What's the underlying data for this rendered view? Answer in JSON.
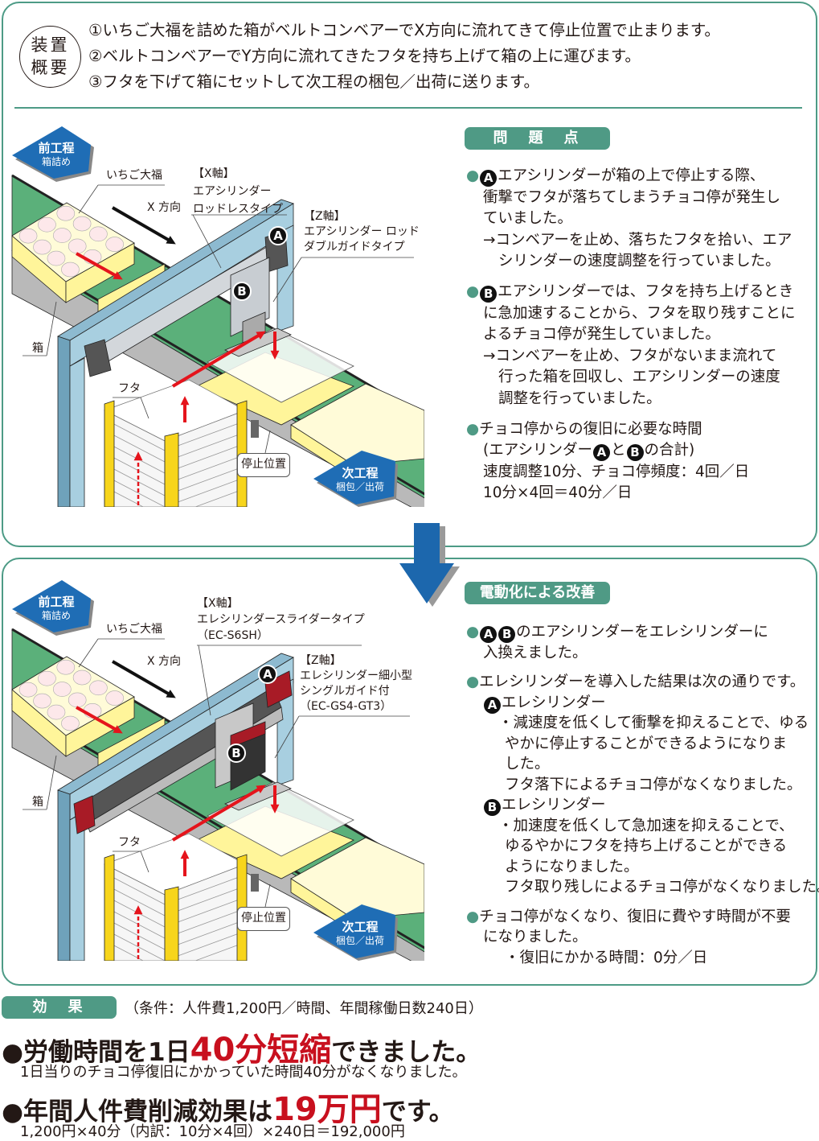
{
  "overview": {
    "badge_line1": "装置",
    "badge_line2": "概要",
    "steps": [
      "①いちご大福を詰めた箱がベルトコンベアーでX方向に流れてきて停止位置で止まります。",
      "②ベルトコンベアーでY方向に流れてきたフタを持ち上げて箱の上に運びます。",
      "③フタを下げて箱にセットして次工程の梱包／出荷に送ります。"
    ]
  },
  "diagram_before": {
    "prev_title": "前工程",
    "prev_sub": "箱詰め",
    "daifuku": "いちご大福",
    "x_dir": "X 方向",
    "box": "箱",
    "lid": "フタ",
    "stop": "停止位置",
    "next_title": "次工程",
    "next_sub": "梱包／出荷",
    "x_axis": [
      "【X軸】",
      "エアシリンダー",
      "ロッドレスタイプ"
    ],
    "z_axis": [
      "【Z軸】",
      "エアシリンダー ロッド",
      "ダブルガイドタイプ"
    ],
    "marker_a": "A",
    "marker_b": "B"
  },
  "diagram_after": {
    "prev_title": "前工程",
    "prev_sub": "箱詰め",
    "daifuku": "いちご大福",
    "x_dir": "X 方向",
    "box": "箱",
    "lid": "フタ",
    "stop": "停止位置",
    "next_title": "次工程",
    "next_sub": "梱包／出荷",
    "x_axis": [
      "【X軸】",
      "エレシリンダースライダータイプ",
      "（EC-S6SH）"
    ],
    "z_axis": [
      "【Z軸】",
      "エレシリンダー細小型",
      "シングルガイド付",
      "（EC-GS4-GT3）"
    ],
    "marker_a": "A",
    "marker_b": "B"
  },
  "problems": {
    "heading": "問　題　点",
    "blocks": [
      [
        {
          "indent": 0,
          "segs": [
            {
              "b": "●"
            },
            {
              "m": "A"
            },
            {
              "t": "エアシリンダーが箱の上で停止する際、"
            }
          ]
        },
        {
          "indent": 1,
          "segs": [
            {
              "t": "衝撃でフタが落ちてしまうチョコ停が発生し"
            }
          ]
        },
        {
          "indent": 1,
          "segs": [
            {
              "t": "ていました。"
            }
          ]
        },
        {
          "indent": 1,
          "segs": [
            {
              "t": "→コンベアーを止め、落ちたフタを拾い、エア"
            }
          ]
        },
        {
          "indent": 2,
          "segs": [
            {
              "t": "シリンダーの速度調整を行っていました。"
            }
          ]
        }
      ],
      [
        {
          "indent": 0,
          "segs": [
            {
              "b": "●"
            },
            {
              "m": "B"
            },
            {
              "t": "エアシリンダーでは、フタを持ち上げるとき"
            }
          ]
        },
        {
          "indent": 1,
          "segs": [
            {
              "t": "に急加速することから、フタを取り残すことに"
            }
          ]
        },
        {
          "indent": 1,
          "segs": [
            {
              "t": "よるチョコ停が発生していました。"
            }
          ]
        },
        {
          "indent": 1,
          "segs": [
            {
              "t": "→コンベアーを止め、フタがないまま流れて"
            }
          ]
        },
        {
          "indent": 2,
          "segs": [
            {
              "t": "行った箱を回収し、エアシリンダーの速度"
            }
          ]
        },
        {
          "indent": 2,
          "segs": [
            {
              "t": "調整を行っていました。"
            }
          ]
        }
      ],
      [
        {
          "indent": 0,
          "segs": [
            {
              "b": "●"
            },
            {
              "t": "チョコ停からの復旧に必要な時間"
            }
          ]
        },
        {
          "indent": 1,
          "segs": [
            {
              "t": "(エアシリンダー"
            },
            {
              "m": "A"
            },
            {
              "t": "と"
            },
            {
              "m": "B"
            },
            {
              "t": "の合計)"
            }
          ]
        },
        {
          "indent": 1,
          "segs": [
            {
              "t": "速度調整10分、チョコ停頻度：4回／日"
            }
          ]
        },
        {
          "indent": 1,
          "segs": [
            {
              "t": "10分×4回＝40分／日"
            }
          ]
        }
      ]
    ]
  },
  "improvement": {
    "heading": "電動化による改善",
    "blocks": [
      [
        {
          "indent": 0,
          "segs": [
            {
              "b": "●"
            },
            {
              "m": "A"
            },
            {
              "m": "B"
            },
            {
              "t": "のエアシリンダーをエレシリンダーに"
            }
          ]
        },
        {
          "indent": 1,
          "segs": [
            {
              "t": "入換えました。"
            }
          ]
        }
      ],
      [
        {
          "indent": 0,
          "segs": [
            {
              "b": "●"
            },
            {
              "t": "エレシリンダーを導入した結果は次の通りです。"
            }
          ]
        },
        {
          "indent": 1,
          "segs": [
            {
              "m": "A"
            },
            {
              "t": "エレシリンダー"
            }
          ]
        },
        {
          "indent": 2,
          "segs": [
            {
              "t": "・減速度を低くして衝撃を抑えることで、ゆる"
            }
          ]
        },
        {
          "indent": 3,
          "segs": [
            {
              "t": "やかに停止することができるようになりま"
            }
          ]
        },
        {
          "indent": 3,
          "segs": [
            {
              "t": "した。"
            }
          ]
        },
        {
          "indent": 3,
          "segs": [
            {
              "t": "フタ落下によるチョコ停がなくなりました。"
            }
          ]
        },
        {
          "indent": 1,
          "segs": [
            {
              "m": "B"
            },
            {
              "t": "エレシリンダー"
            }
          ]
        },
        {
          "indent": 2,
          "segs": [
            {
              "t": "・加速度を低くして急加速を抑えることで、"
            }
          ]
        },
        {
          "indent": 3,
          "segs": [
            {
              "t": "ゆるやかにフタを持ち上げることができる"
            }
          ]
        },
        {
          "indent": 3,
          "segs": [
            {
              "t": "ようになりました。"
            }
          ]
        },
        {
          "indent": 3,
          "segs": [
            {
              "t": "フタ取り残しによるチョコ停がなくなりました。"
            }
          ]
        }
      ],
      [
        {
          "indent": 0,
          "segs": [
            {
              "b": "●"
            },
            {
              "t": "チョコ停がなくなり、復旧に費やす時間が不要"
            }
          ]
        },
        {
          "indent": 1,
          "segs": [
            {
              "t": "になりました。"
            }
          ]
        },
        {
          "indent": 3,
          "segs": [
            {
              "t": "・復旧にかかる時間：0分／日"
            }
          ]
        }
      ]
    ]
  },
  "effect": {
    "heading": "効　果",
    "condition": "（条件：人件費1,200円／時間、年間稼働日数240日）",
    "result1": {
      "pre": "●労働時間を1日",
      "highlight": "40分短縮",
      "post": "できました。"
    },
    "result1_detail": "1日当りのチョコ停復旧にかかっていた時間40分がなくなりました。",
    "result2": {
      "pre": "●年間人件費削減効果は",
      "highlight": "19万円",
      "post": "です。"
    },
    "result2_detail": "1,200円×40分（内訳：10分×4回）×240日＝192,000円"
  },
  "colors": {
    "accent": "#4f9a85",
    "highlight": "#c8101e",
    "process_badge": "#1f6db5",
    "frame": "#8dbad0",
    "belt": "#5bb07a"
  }
}
